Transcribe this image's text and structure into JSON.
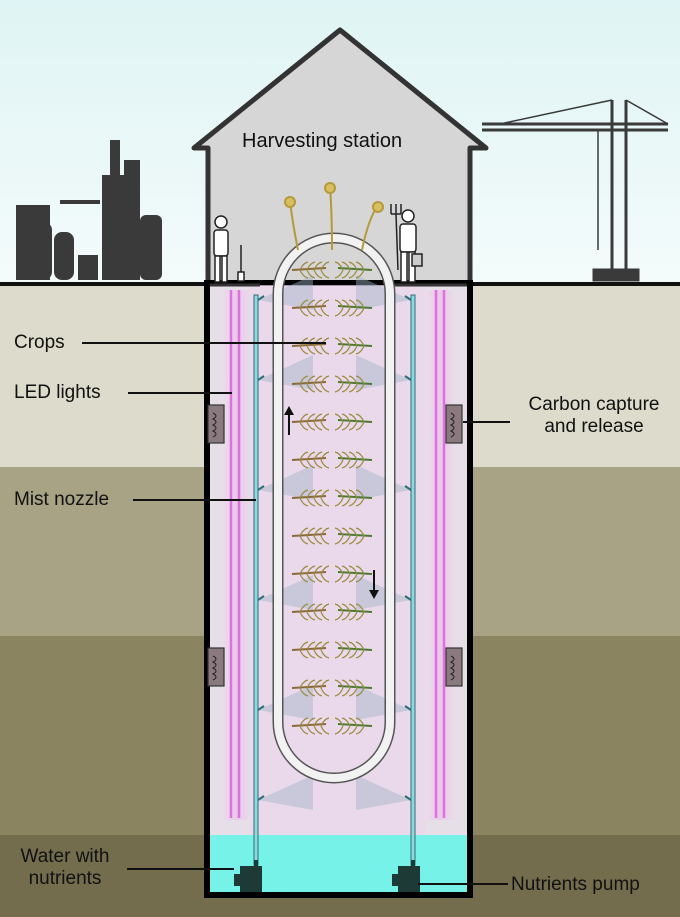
{
  "labels": {
    "harvesting_station": "Harvesting station",
    "crops": "Crops",
    "led_lights": "LED lights",
    "mist_nozzle": "Mist nozzle",
    "carbon_line1": "Carbon capture",
    "carbon_line2": "and release",
    "water_line1": "Water with",
    "water_line2": "nutrients",
    "nutrients_pump": "Nutrients pump"
  },
  "colors": {
    "sky": "#e4f6f6",
    "ground_top": "#dddbcb",
    "ground_2": "#a8a384",
    "ground_3": "#8a8560",
    "ground_4": "#736d4e",
    "shaft_interior": "#e7dfe7",
    "led": "#e070e0",
    "water": "#76f2e8",
    "pipe": "#8fd8e0",
    "house": "#d6d6d6"
  },
  "icons": [
    "factory-silhouette",
    "crane-silhouette",
    "farmer-with-shovel",
    "farmer-with-pitchfork",
    "carbon-unit",
    "pump",
    "flow-arrow-up",
    "flow-arrow-down"
  ]
}
